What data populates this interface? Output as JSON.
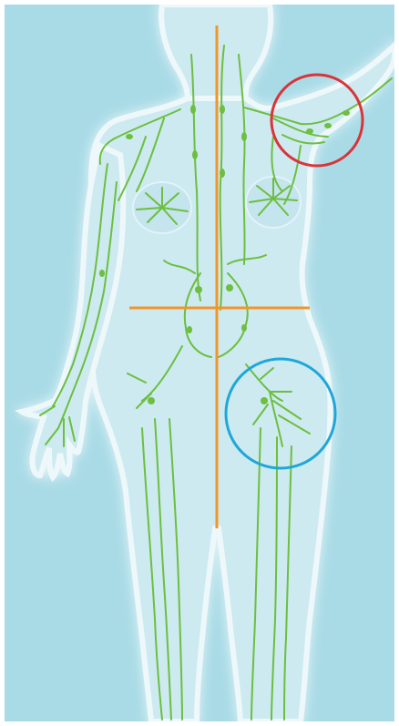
{
  "illustration": {
    "subject": "female-lymphatic-system-diagram",
    "colors": {
      "background": "#a9dbe6",
      "frame": "#ffffff",
      "body_fill": "#cdeaf1",
      "body_glow": "#eef8fb",
      "lymph": "#6cbf3f",
      "midline": "#f0962a",
      "highlight_upper": "#d9343a",
      "highlight_lower": "#1ea7d8"
    },
    "quadrant_lines": [
      "vertical-midline",
      "horizontal-navel-line"
    ],
    "highlights": [
      {
        "region": "left-axilla",
        "color": "red"
      },
      {
        "region": "right-groin",
        "color": "blue"
      }
    ]
  }
}
